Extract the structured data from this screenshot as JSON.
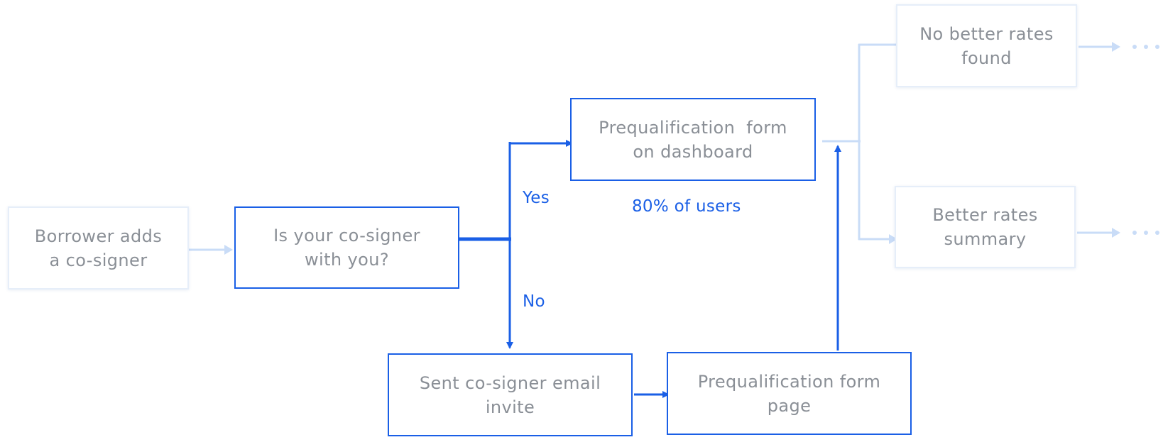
{
  "nodes": {
    "borrower": {
      "lines": [
        "Borrower adds",
        "a co-signer"
      ]
    },
    "question": {
      "lines": [
        "Is your co-signer",
        "with you?"
      ]
    },
    "dashboard_form": {
      "lines": [
        "Prequalification  form",
        "on dashboard"
      ]
    },
    "email_invite": {
      "lines": [
        "Sent co-signer email",
        "invite"
      ]
    },
    "form_page": {
      "lines": [
        "Prequalification form",
        "page"
      ]
    },
    "no_better_rates": {
      "lines": [
        "No better rates",
        "found"
      ]
    },
    "better_rates": {
      "lines": [
        "Better rates",
        "summary"
      ]
    }
  },
  "labels": {
    "yes": "Yes",
    "no": "No",
    "users_pct": "80% of users"
  },
  "colors": {
    "active": "#1a5fe6",
    "faded_line": "#c9dcf7",
    "faded_border": "#e6eef9",
    "text_gray": "#8a8f96"
  }
}
